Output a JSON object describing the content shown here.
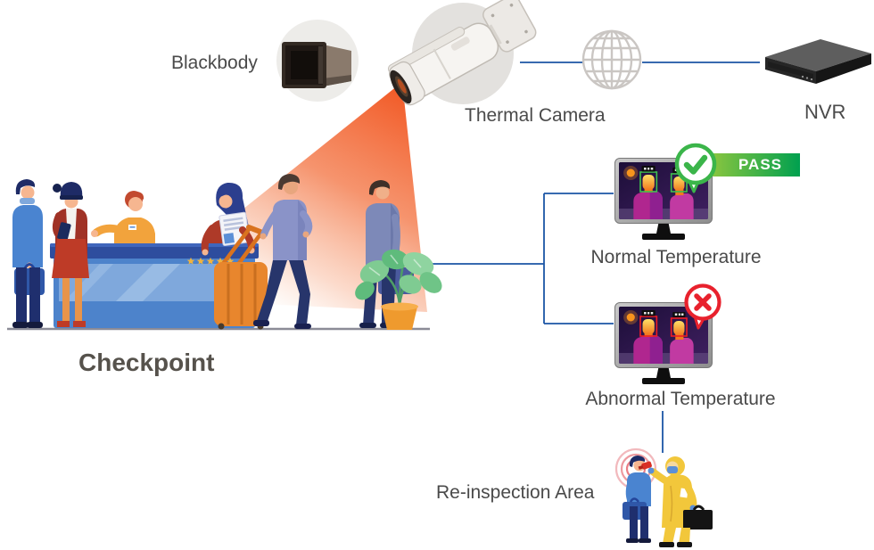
{
  "nodes": [
    {
      "id": "blackbody",
      "label": "Blackbody"
    },
    {
      "id": "thermal-camera",
      "label": "Thermal Camera"
    },
    {
      "id": "nvr",
      "label": "NVR"
    },
    {
      "id": "checkpoint",
      "label": "Checkpoint"
    },
    {
      "id": "normal-temperature",
      "label": "Normal Temperature",
      "badge": "pass-check"
    },
    {
      "id": "abnormal-temperature",
      "label": "Abnormal Temperature",
      "badge": "fail-cross"
    },
    {
      "id": "reinspection-area",
      "label": "Re-inspection Area"
    }
  ],
  "badges": {
    "pass_label": "PASS"
  },
  "connections": [
    {
      "from": "thermal-camera",
      "to": "network-globe"
    },
    {
      "from": "network-globe",
      "to": "nvr"
    },
    {
      "from": "checkpoint",
      "to": "normal-temperature"
    },
    {
      "from": "checkpoint",
      "to": "abnormal-temperature"
    },
    {
      "from": "abnormal-temperature",
      "to": "reinspection-area"
    }
  ],
  "icons": [
    "blackbody-device-icon",
    "thermal-camera-icon",
    "detection-cone-icon",
    "network-globe-icon",
    "nvr-device-icon",
    "monitor-icon",
    "thermal-screen-icon",
    "check-badge-icon",
    "cross-badge-icon",
    "queue-people-illustration",
    "reception-desk-illustration",
    "suitcase-icon",
    "plant-icon",
    "reinspection-illustration"
  ],
  "colors": {
    "connector_blue": "#1B55A5",
    "cone_orange": "#F1511B",
    "pass_green": "#3BB54A",
    "pass_banner_gradient_start": "#8CC63F",
    "pass_banner_gradient_end": "#00A04F",
    "fail_red": "#E8212D",
    "label_gray": "#4A4A4A",
    "checkpoint_title_gray": "#56524C",
    "desk_blue": "#4D83CB",
    "ground_gray": "#8B8B97"
  }
}
